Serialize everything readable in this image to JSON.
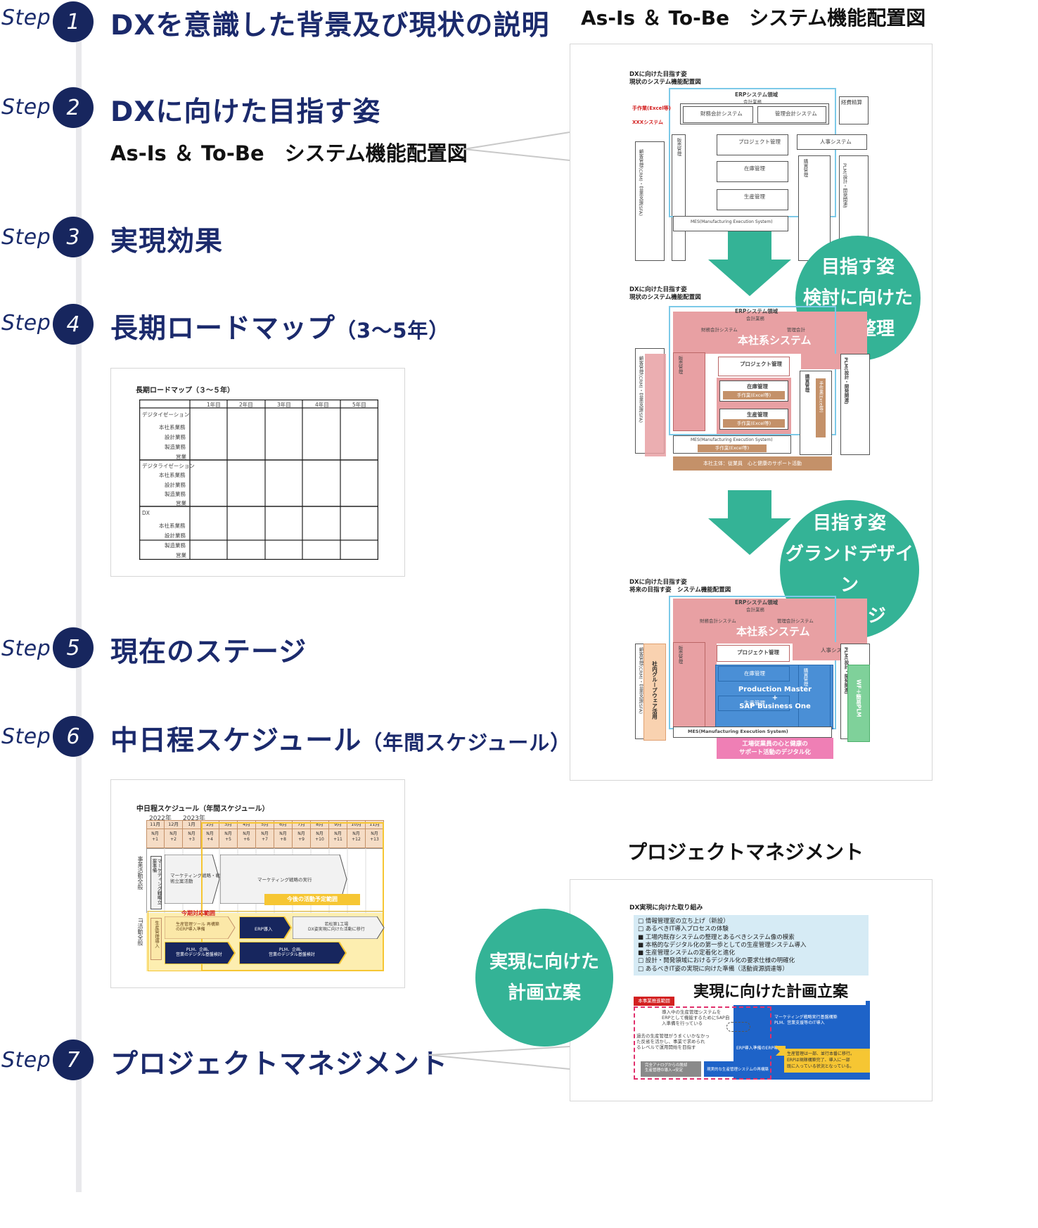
{
  "steps": [
    {
      "word": "Step",
      "num": "1",
      "title": "DXを意識した背景及び現状の説明"
    },
    {
      "word": "Step",
      "num": "2",
      "title": "DXに向けた目指す姿",
      "subtitle": "As-Is ＆ To-Be　システム機能配置図"
    },
    {
      "word": "Step",
      "num": "3",
      "title": "実現効果"
    },
    {
      "word": "Step",
      "num": "4",
      "title": "長期ロードマップ",
      "title_small": "（3〜5年）"
    },
    {
      "word": "Step",
      "num": "5",
      "title": "現在のステージ"
    },
    {
      "word": "Step",
      "num": "6",
      "title": "中日程スケジュール",
      "title_small": "（年間スケジュール）"
    },
    {
      "word": "Step",
      "num": "7",
      "title": "プロジェクトマネジメント"
    }
  ],
  "right_panel": {
    "title": "As-Is ＆ To-Be　システム機能配置図",
    "circle1": [
      "目指す姿",
      "検討に向けた",
      "現状整理"
    ],
    "circle2": [
      "目指す姿",
      "グランドデザイン",
      "イメージ"
    ],
    "diagram1": {
      "heading1": "DXに向けた目指す姿",
      "heading2": "現状のシステム機能配置図",
      "erp": "ERPシステム領域",
      "accounting": "会計業務",
      "fin": "財務会計システム",
      "mgmt": "管理会計システム",
      "manual": "手作業(Excel等)",
      "xxx": "XXXシステム",
      "expense": "経費精算",
      "project": "プロジェクト管理",
      "hr": "人事システム",
      "inventory": "在庫管理",
      "production": "生産管理",
      "mes": "MES(Manufacturing Execution System)",
      "purchase": "購買管理",
      "sales": "販売管理",
      "crm": "顧客管理(CRM)・営業支援(SFA)",
      "plm": "PLM(設計・開発関連)"
    },
    "diagram2": {
      "heading1": "DXに向けた目指す姿",
      "heading2": "現状のシステム機能配置図",
      "erp": "ERPシステム領域",
      "accounting": "会計業務",
      "fin": "財務会計システム",
      "mgmt": "管理会計",
      "honsha": "本社系システム",
      "project": "プロジェクト管理",
      "inventory": "在庫管理",
      "production": "生産管理",
      "manual": "手作業(Excel等)",
      "mes": "MES(Manufacturing Execution System)",
      "bottom": "本社主体：従業員　心と健康のサポート活動",
      "sales": "販売管理",
      "purchase": "購買管理",
      "crm": "顧客管理(CRM)・営業支援(SFA)",
      "plm": "PLM(設計・開発関連)"
    },
    "diagram3": {
      "heading1": "DXに向けた目指す姿",
      "heading2": "将来の目指す姿　システム機能配置図",
      "erp": "ERPシステム領域",
      "accounting": "会計業務",
      "fin": "財務会計システム",
      "mgmt": "管理会計システム",
      "honsha": "本社系システム",
      "project": "プロジェクト管理",
      "hr": "人事システム",
      "inventory": "在庫管理",
      "production": "生産管理",
      "sap1": "Production Master",
      "sap2": "+",
      "sap3": "SAP Business One",
      "groupware": "社内グループウェア活用",
      "wf": "WF＋簡易PLM",
      "mes": "MES(Manufacturing Execution System)",
      "bottom1": "工場従業員の心と健康の",
      "bottom2": "サポート活動のデジタル化",
      "sales": "販売管理",
      "purchase": "購買管理",
      "crm": "顧客管理(CRM)・営業支援(SFA)",
      "plm": "PLM(設計・開発関連)"
    }
  },
  "pm_panel": {
    "title": "プロジェクトマネジメント",
    "circle": [
      "実現に向けた",
      "計画立案"
    ],
    "heading": "DX実現に向けた取り組み",
    "items": [
      "□ 情報管理室の立ち上げ（新設）",
      "□ あるべきIT導入プロセスの体験",
      "■ 工場内既存システムの整理とあるべきシステム像の模索",
      "■ 本格的なデジタル化の第一歩としての生産管理システム導入",
      "■ 生産管理システムの定着化と進化",
      "□ 設計・開発領域におけるデジタル化の要求仕様の明確化",
      "□ あるべきIT姿の実現に向けた準備（活動資源調達等）"
    ],
    "banner": "実現に向けた計画立案",
    "scope": "本事業推進範囲",
    "note1": "導入中の生産管理システムを",
    "note2": "ERPとして機能するためにSAP自",
    "note3": "入準備を行っている",
    "note4": "過去の生産管理がうまくいかなかっ",
    "note5": "た反省を活かし、事業で求められ",
    "note6": "るレベルで運用開始を目指す",
    "blue1": "マーケティング戦略実行基盤構築",
    "blue2": "PLM、営業支援等のIT導入",
    "blue3": "ERP導入準備のERP導入",
    "yellow1": "生産管理は一部、並行本番に移行。",
    "yellow2": "ERPは現稼構築完了、導入に一部",
    "yellow3": "既に入っている状況となっている。",
    "gray1": "完全アナログからの脱却",
    "gray2": "生産管理の導入→安定",
    "gray3": "現実的な生産管理システムの再構築"
  },
  "roadmap": {
    "title": "長期ロードマップ（３〜５年）",
    "years": [
      "1年目",
      "2年目",
      "3年目",
      "4年目",
      "5年目"
    ],
    "groups": [
      {
        "name": "デジタイゼーション",
        "rows": [
          "本社系業務",
          "設計業務",
          "製造業務",
          "営業"
        ]
      },
      {
        "name": "デジタライゼーション",
        "rows": [
          "本社系業務",
          "設計業務",
          "製造業務",
          "営業"
        ]
      },
      {
        "name": "DX",
        "rows": [
          "本社系業務",
          "設計業務",
          "製造業務",
          "営業"
        ]
      }
    ]
  },
  "schedule": {
    "title": "中日程スケジュール（年間スケジュール）",
    "year1": "2022年",
    "year2": "2023年",
    "months": [
      "11月",
      "12月",
      "1月",
      "2月",
      "3月",
      "4月",
      "5月",
      "6月",
      "7月",
      "8月",
      "9月",
      "10月",
      "11月"
    ],
    "periods": [
      "N月\n+1",
      "N月\n+2",
      "N月\n+3",
      "N月\n+4",
      "N月\n+5",
      "N月\n+6",
      "N月\n+7",
      "N月\n+8",
      "N月\n+9",
      "N月\n+10",
      "N月\n+11",
      "N月\n+12",
      "N月\n+13"
    ],
    "row1": "事業活動全般",
    "row2": "IT活動全般",
    "mkt_prep": "マーケティング戦略立案準備",
    "mkt_plan1": "マーケティング戦略・戦",
    "mkt_plan2": "術立案活動",
    "mkt_exec": "マーケティング戦略の実行",
    "future": "今後の活動予定範囲",
    "current": "今期対応範囲",
    "prod_intro": "生産管理導入",
    "prod_tool1": "生産管理ツール 再構築",
    "prod_tool2": "のERP導入準備",
    "erp": "ERP導入",
    "wakamatsu1": "若松第1工場",
    "wakamatsu2": "DX姿実現に向けた活動に移行",
    "plm1a": "PLM、企画、",
    "plm1b": "営業のデジタル基盤検討",
    "plm2a": "PLM、企画、",
    "plm2b": "営業のデジタル基盤検討"
  },
  "colors": {
    "navy": "#17265e",
    "title_navy": "#1b2a6c",
    "teal": "#34b396",
    "pink": "#e8a0a3",
    "blue": "#4a8fd6",
    "tan": "#c49169",
    "green": "#7fd19a",
    "orange": "#f9d2b0",
    "magenta": "#ef7fb5",
    "light_blue": "#d6ebf5",
    "yellow": "#f6c633"
  }
}
